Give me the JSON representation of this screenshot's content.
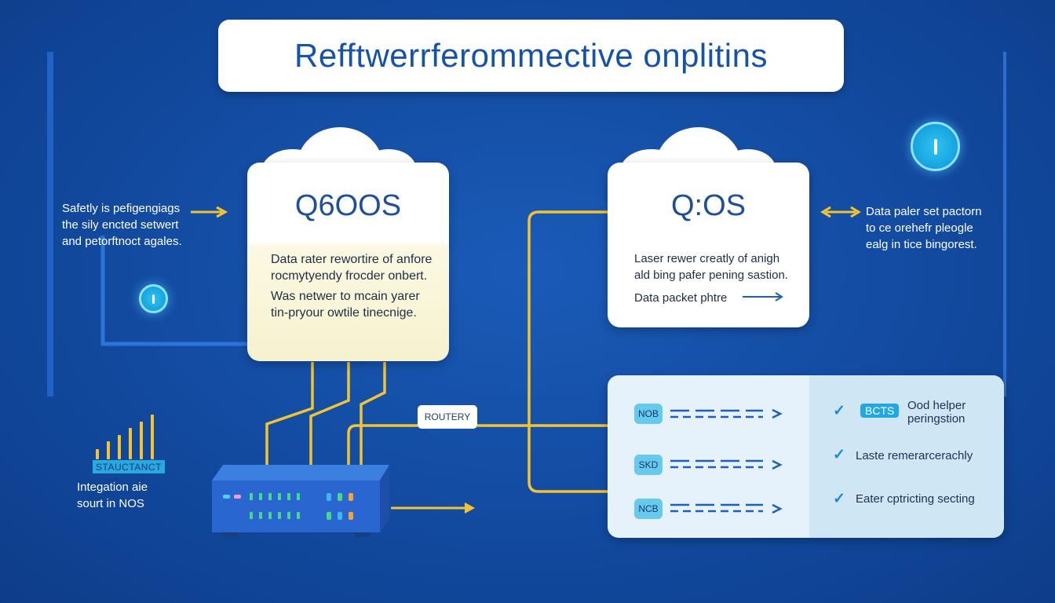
{
  "title": "Refftwerrferommective onplitins",
  "left_card": {
    "heading": "Q6OOS",
    "para1": [
      "Data rater rewortire of anfore",
      "rocmytyendy frocder onbert."
    ],
    "para2": [
      "Was netwer to mcain yarer",
      "tin-pryour owtile tinecnige."
    ]
  },
  "right_card": {
    "heading": "Q:OS",
    "para1": [
      "Laser rewer creatly of anigh",
      "ald bing pafer pening sastion."
    ],
    "arrow_label": "Data packet phtre"
  },
  "left_note": [
    "Safetly is pefigengiags",
    "the sily encted setwert",
    "and petorftnoct agales."
  ],
  "right_note": [
    "Data paler set pactorn",
    "to ce orehefr pleogle",
    "ealg in tice bingorest."
  ],
  "router_label": "ROUTERY",
  "status_badge": "STAUCTANCT",
  "integration_note": [
    "Integation aie",
    "sourt in NOS"
  ],
  "panel": {
    "rows": [
      {
        "pill": "NOB"
      },
      {
        "pill": "SKD"
      },
      {
        "pill": "NCB"
      }
    ],
    "checks": [
      {
        "badge": "BCTS",
        "text": [
          "Ood helper",
          "peringstion"
        ]
      },
      {
        "badge": "",
        "text": [
          "Laste remerarcerachly"
        ]
      },
      {
        "badge": "",
        "text": [
          "Eater cptricting secting"
        ]
      }
    ]
  },
  "signal_levels": [
    0.22,
    0.38,
    0.52,
    0.66,
    0.8,
    0.95
  ],
  "colors": {
    "background": "#124a9f",
    "accent": "#1553a8",
    "wire": "#f4c430",
    "highlight": "#22a8e0"
  },
  "icons": [
    "power-icon",
    "check-icon",
    "arrow-right-icon",
    "signal-bars-icon",
    "router-device-icon",
    "cloud-icon"
  ]
}
